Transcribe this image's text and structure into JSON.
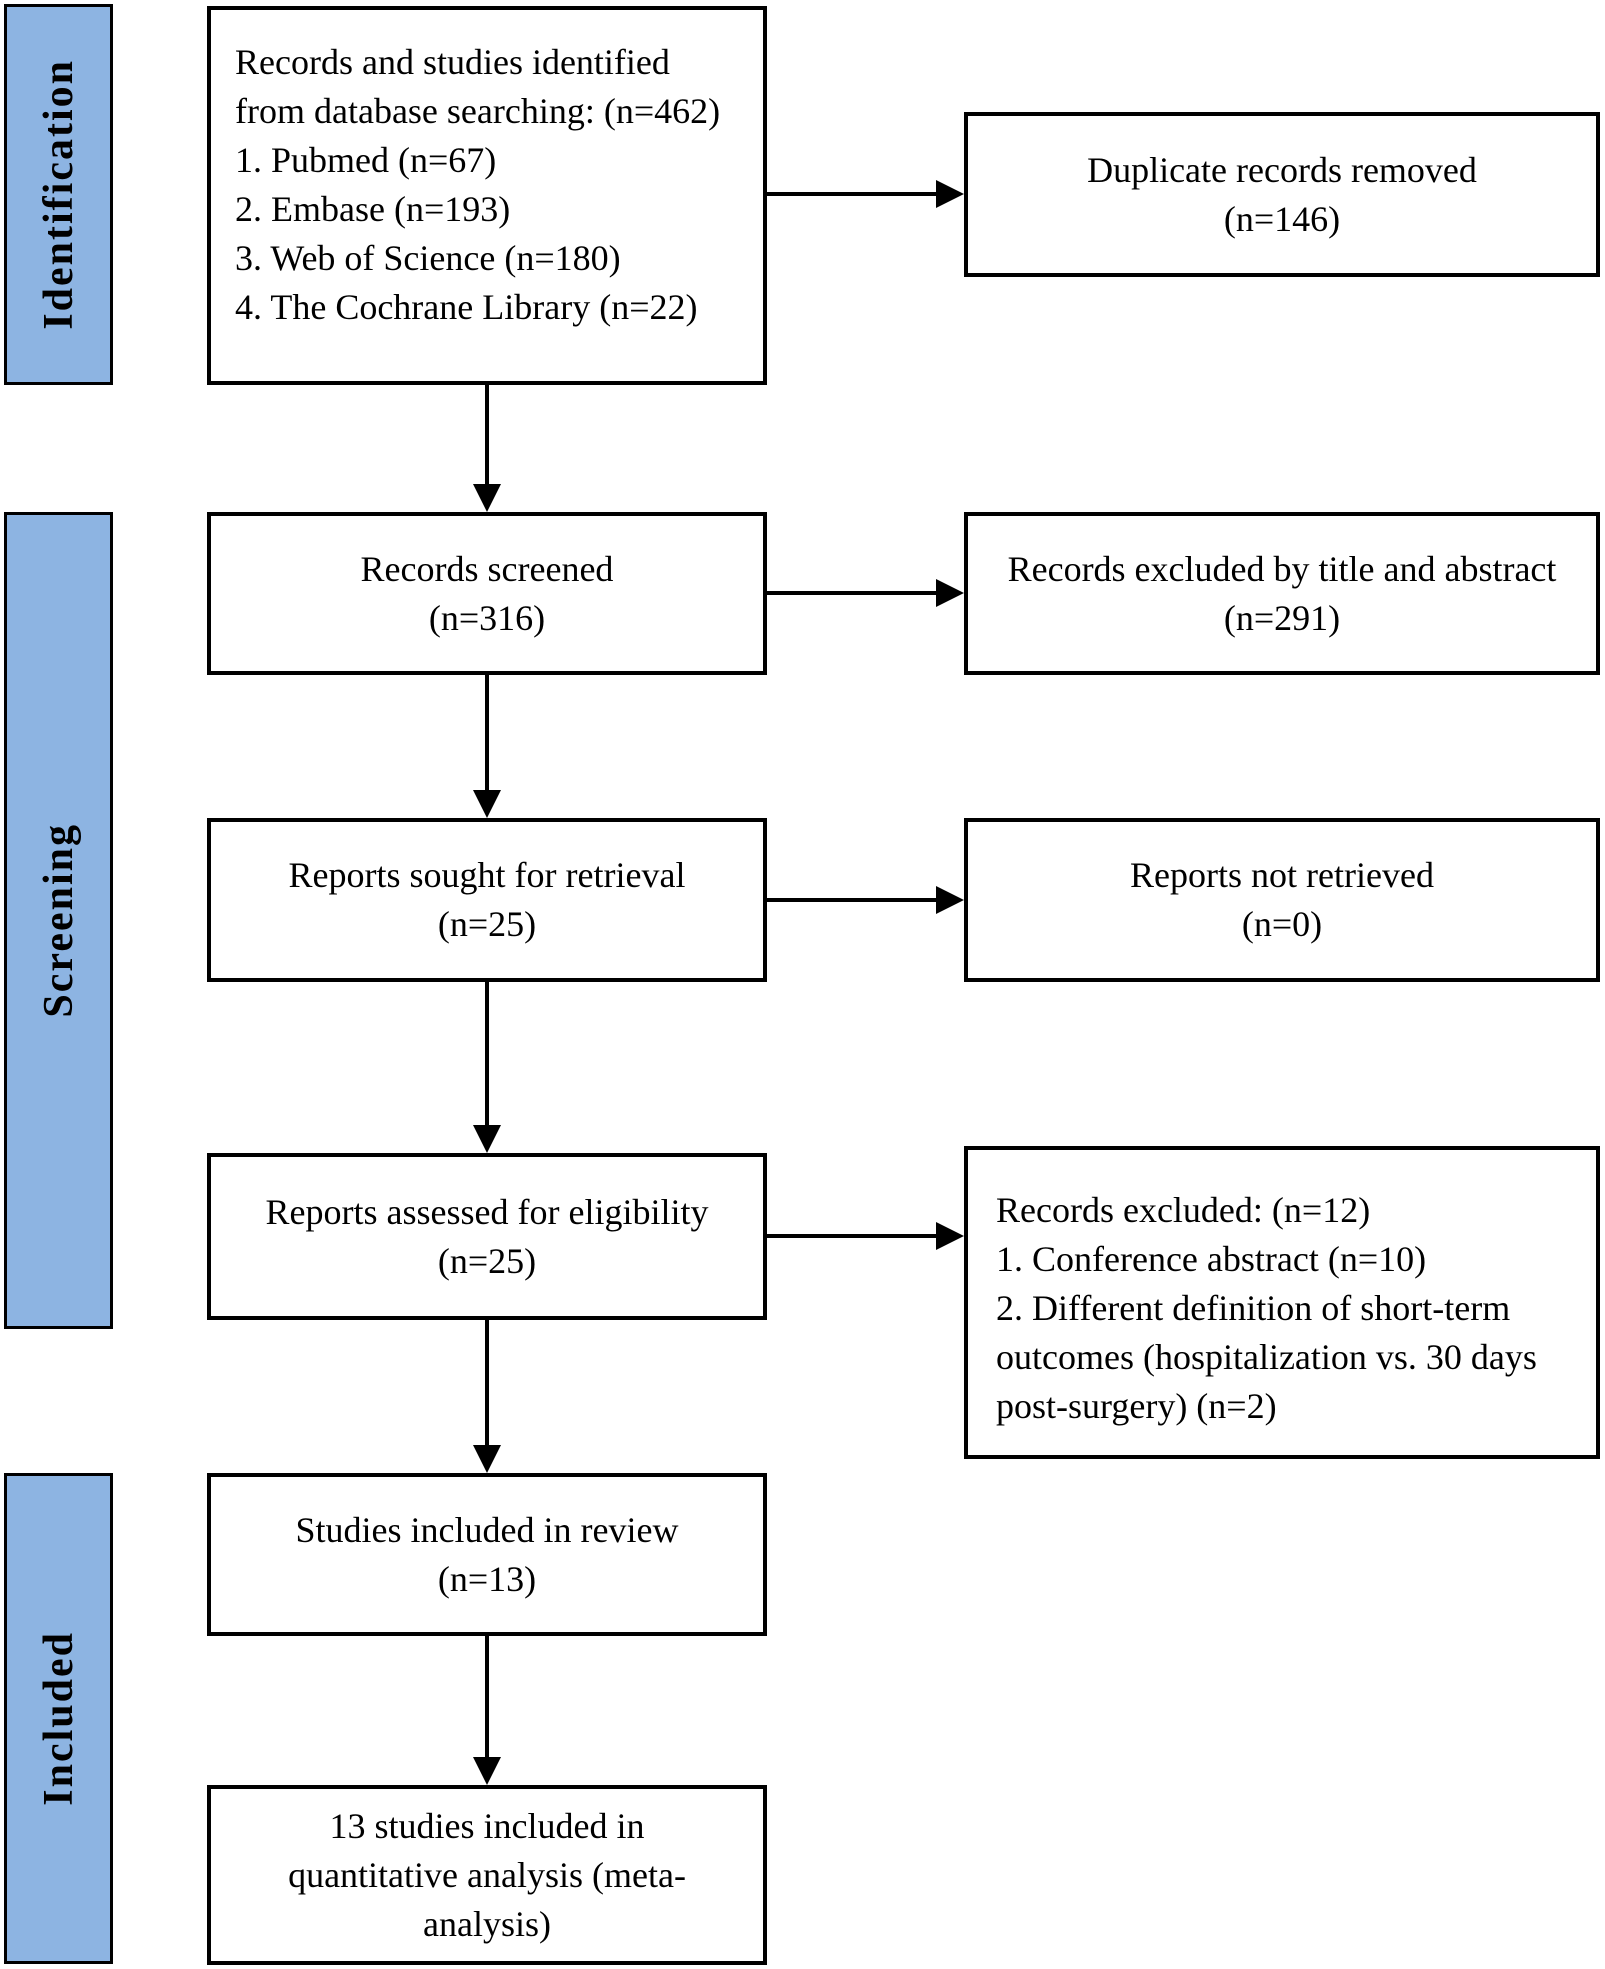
{
  "colors": {
    "stage_fill": "#8db4e2",
    "line": "#000000",
    "background": "#ffffff"
  },
  "stages": {
    "identification": {
      "label": "Identification"
    },
    "screening": {
      "label": "Screening"
    },
    "included": {
      "label": "Included"
    }
  },
  "boxes": {
    "identified": {
      "intro": "Records and studies identified from database searching: (n=462)",
      "items": [
        "1. Pubmed (n=67)",
        "2. Embase (n=193)",
        "3. Web of Science (n=180)",
        "4. The Cochrane Library (n=22)"
      ]
    },
    "screened": {
      "title": "Records screened",
      "count": "(n=316)"
    },
    "sought": {
      "title": "Reports sought for retrieval",
      "count": "(n=25)"
    },
    "assessed": {
      "title": "Reports assessed for eligibility",
      "count": "(n=25)"
    },
    "included_review": {
      "title": "Studies included in review",
      "count": "(n=13)"
    },
    "quantitative": {
      "text": "13 studies included in quantitative analysis (meta-analysis)"
    }
  },
  "side_boxes": {
    "duplicates": {
      "title": "Duplicate records removed",
      "count": "(n=146)"
    },
    "excluded_screen": {
      "title": "Records excluded by title and abstract",
      "count": "(n=291)"
    },
    "not_retrieved": {
      "title": "Reports not retrieved",
      "count": "(n=0)"
    },
    "excluded_eligibility": {
      "intro": "Records excluded: (n=12)",
      "items": [
        "1. Conference abstract (n=10)",
        "2. Different definition of short-term outcomes (hospitalization vs. 30 days post-surgery) (n=2)"
      ]
    }
  }
}
